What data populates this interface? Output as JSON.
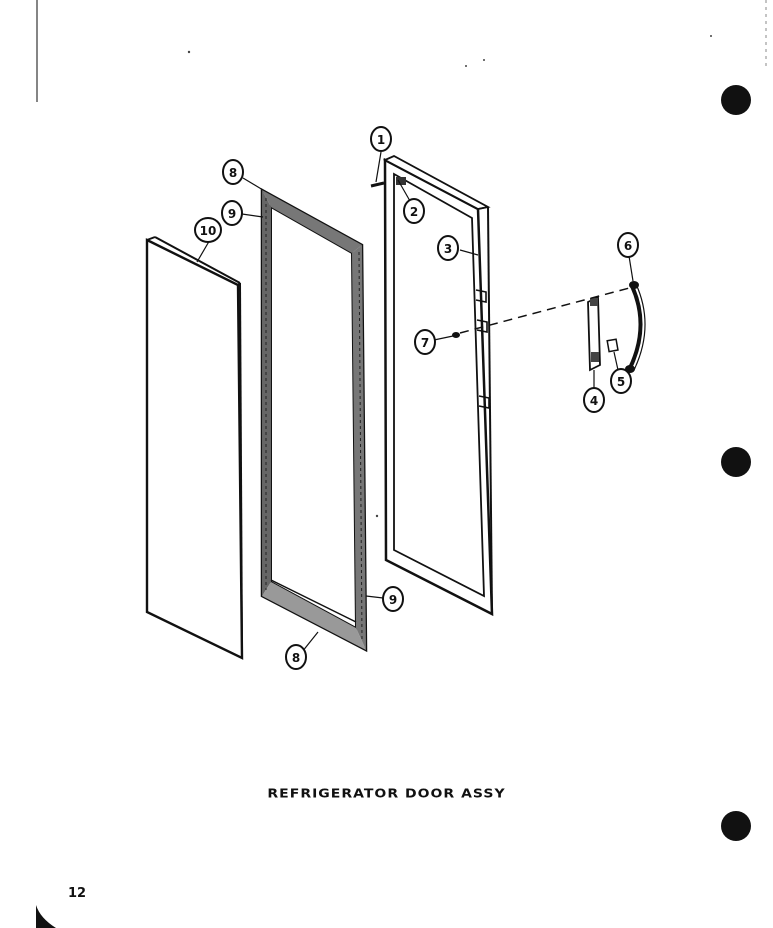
{
  "title": "REFRIGERATOR DOOR ASSY",
  "page_number": "12",
  "callouts": {
    "c1": "1",
    "c2": "2",
    "c3": "3",
    "c4": "4",
    "c5": "5",
    "c6": "6",
    "c7": "7",
    "c8": "8",
    "c9": "9",
    "c10": "10"
  },
  "colors": {
    "ink": "#111111",
    "paper": "#ffffff"
  }
}
